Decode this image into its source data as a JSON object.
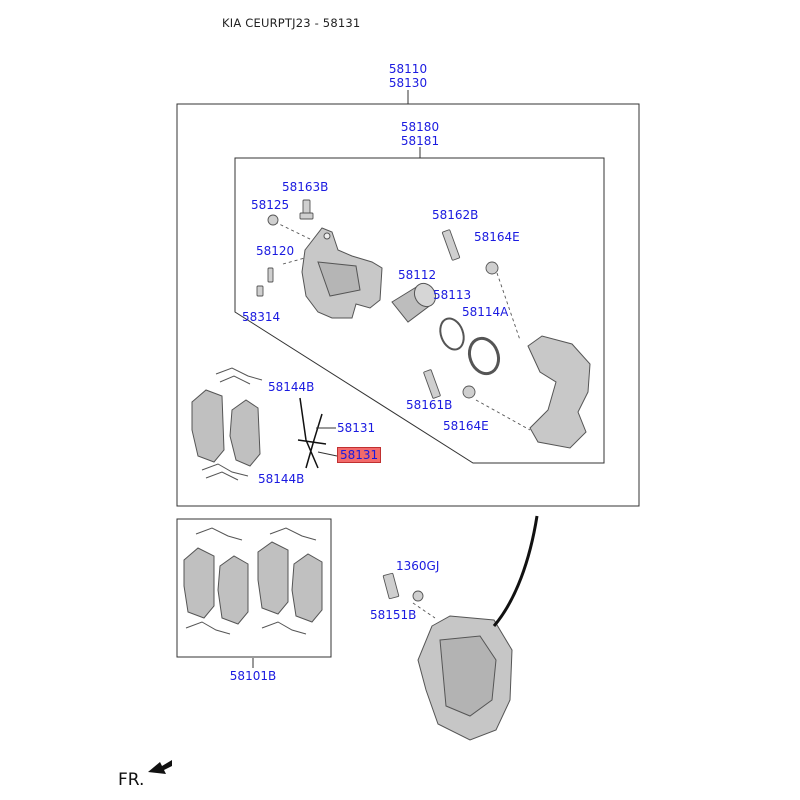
{
  "header": {
    "title": "KIA CEURPTJ23 - 58131"
  },
  "orientation": {
    "label": "FR."
  },
  "colors": {
    "label": "#1a1ae0",
    "highlight": "#f26a6a",
    "part_fill": "#c8c8c8",
    "outline": "#555555"
  },
  "parts": {
    "p58110": "58110",
    "p58130": "58130",
    "p58180": "58180",
    "p58181": "58181",
    "p58163B": "58163B",
    "p58125": "58125",
    "p58162B": "58162B",
    "p58164E_top": "58164E",
    "p58120": "58120",
    "p58112": "58112",
    "p58113": "58113",
    "p58114A": "58114A",
    "p58314": "58314",
    "p58144B_top": "58144B",
    "p58131": "58131",
    "p58131_selected": "58131",
    "p58161B": "58161B",
    "p58164E_bottom": "58164E",
    "p58144B_bottom": "58144B",
    "p1360GJ": "1360GJ",
    "p58151B": "58151B",
    "p58101B": "58101B"
  }
}
